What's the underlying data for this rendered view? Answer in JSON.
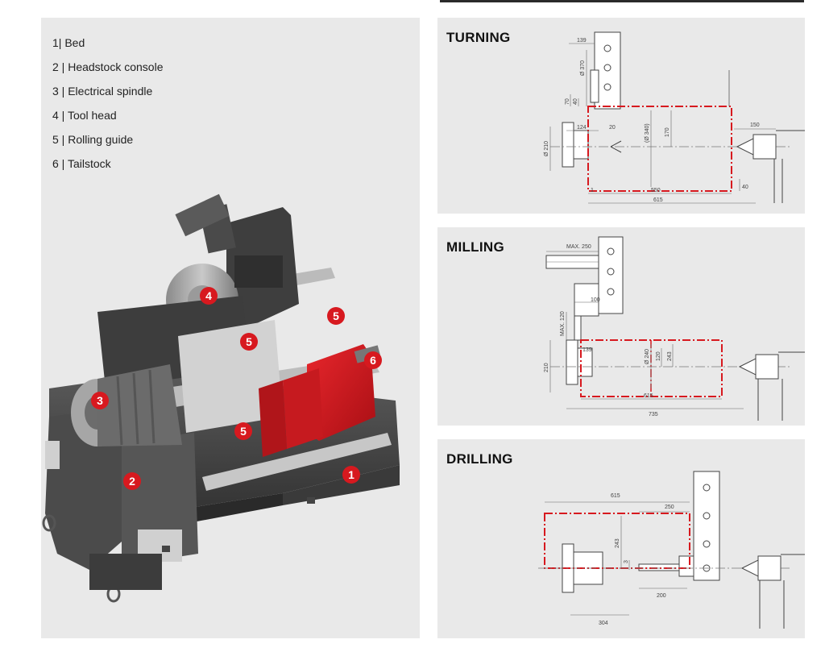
{
  "legend": {
    "items": [
      {
        "num": "1|",
        "label": "Bed"
      },
      {
        "num": "2 |",
        "label": "Headstock console"
      },
      {
        "num": "3 |",
        "label": "Electrical spindle"
      },
      {
        "num": "4 |",
        "label": "Tool head"
      },
      {
        "num": "5 |",
        "label": "Rolling guide"
      },
      {
        "num": "6 |",
        "label": "Tailstock"
      }
    ]
  },
  "machine_markers": [
    "4",
    "5",
    "5",
    "6",
    "3",
    "5",
    "2",
    "1"
  ],
  "colors": {
    "accent": "#d7191f",
    "panel_bg": "#e9e9e9",
    "machine_body": "#4a4a4a",
    "tailstock": "#d7191f"
  },
  "panels": {
    "turning": {
      "title": "TURNING",
      "dims": {
        "d139": "139",
        "d370": "Ø 370",
        "d70": "70",
        "d40": "40",
        "d124": "124",
        "d20": "20",
        "d340": "(Ø 340)",
        "d170": "170",
        "d150": "150",
        "d210": "Ø 210",
        "d1": "1",
        "d550": "550",
        "d615": "615",
        "d40b": "40"
      }
    },
    "milling": {
      "title": "MILLING",
      "dims": {
        "max250": "MAX. 250",
        "d100": "100",
        "max120": "MAX. 120",
        "d139": "139",
        "d240": "Ø 240",
        "d120": "120",
        "d243": "243",
        "d210": "210",
        "d615": "615",
        "d735": "735"
      }
    },
    "drilling": {
      "title": "DRILLING",
      "dims": {
        "d615": "615",
        "d250": "250",
        "d243": "243",
        "d3": "3",
        "d200": "200",
        "d304": "304"
      }
    }
  }
}
